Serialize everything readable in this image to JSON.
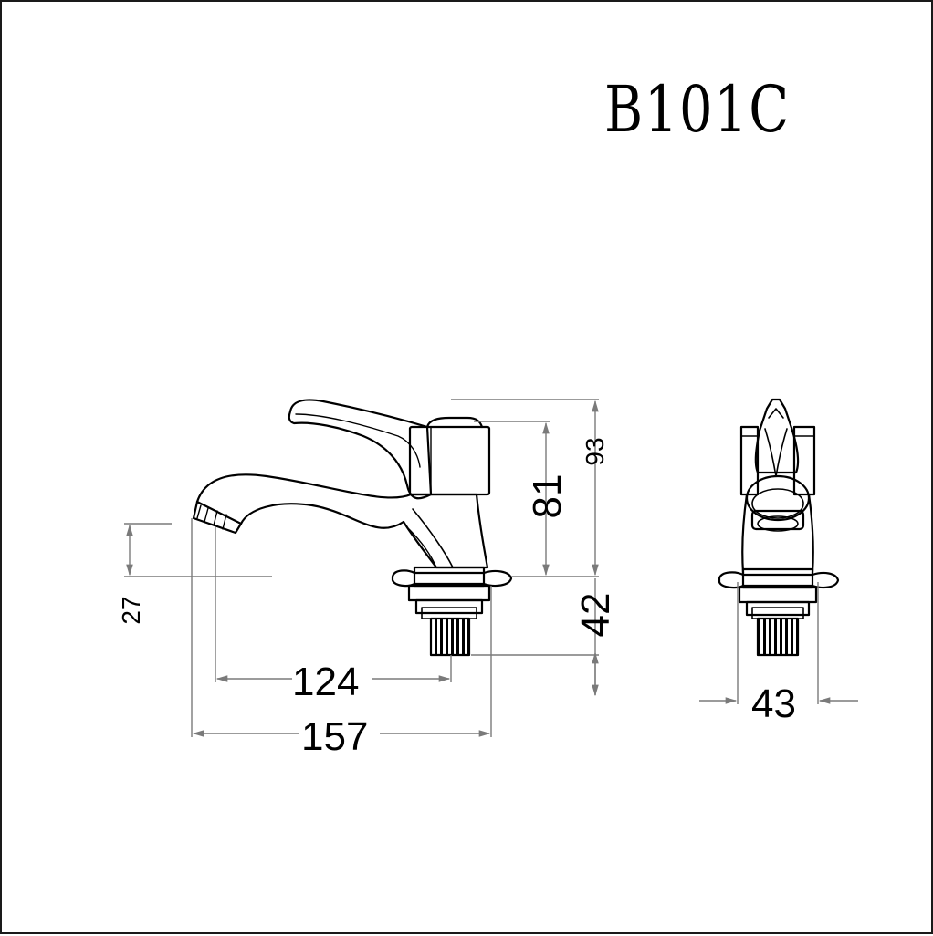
{
  "drawing": {
    "model_code": "B101C",
    "colors": {
      "outline": "#000000",
      "dimension_line": "#7a7a7a",
      "background": "#ffffff"
    },
    "dimensions": {
      "overall_length": "157",
      "spout_reach": "124",
      "body_width": "43",
      "height_to_handle": "81",
      "overall_height": "93",
      "shank_length": "42",
      "spout_outlet_height": "27"
    }
  }
}
